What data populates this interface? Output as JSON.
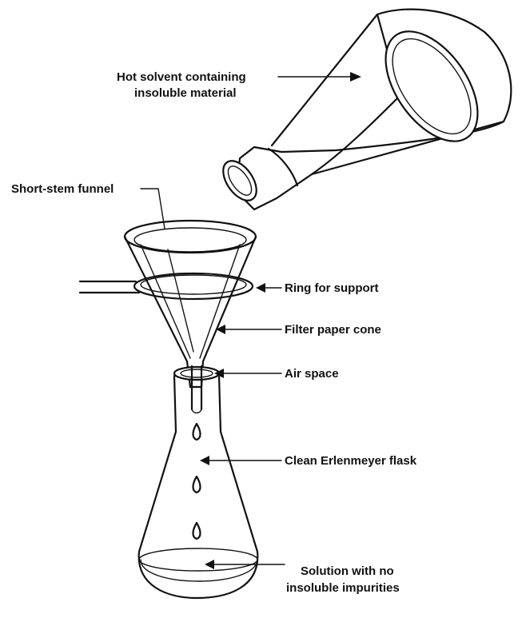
{
  "labels": {
    "hot_solvent_line1": "Hot solvent containing",
    "hot_solvent_line2": "insoluble material",
    "short_stem_funnel": "Short-stem funnel",
    "ring_for_support": "Ring for support",
    "filter_paper_cone": "Filter paper cone",
    "air_space": "Air space",
    "clean_erlenmeyer_flask": "Clean Erlenmeyer flask",
    "solution_line1": "Solution with no",
    "solution_line2": "insoluble impurities"
  },
  "colors": {
    "ink": "#111111",
    "background": "#ffffff"
  }
}
